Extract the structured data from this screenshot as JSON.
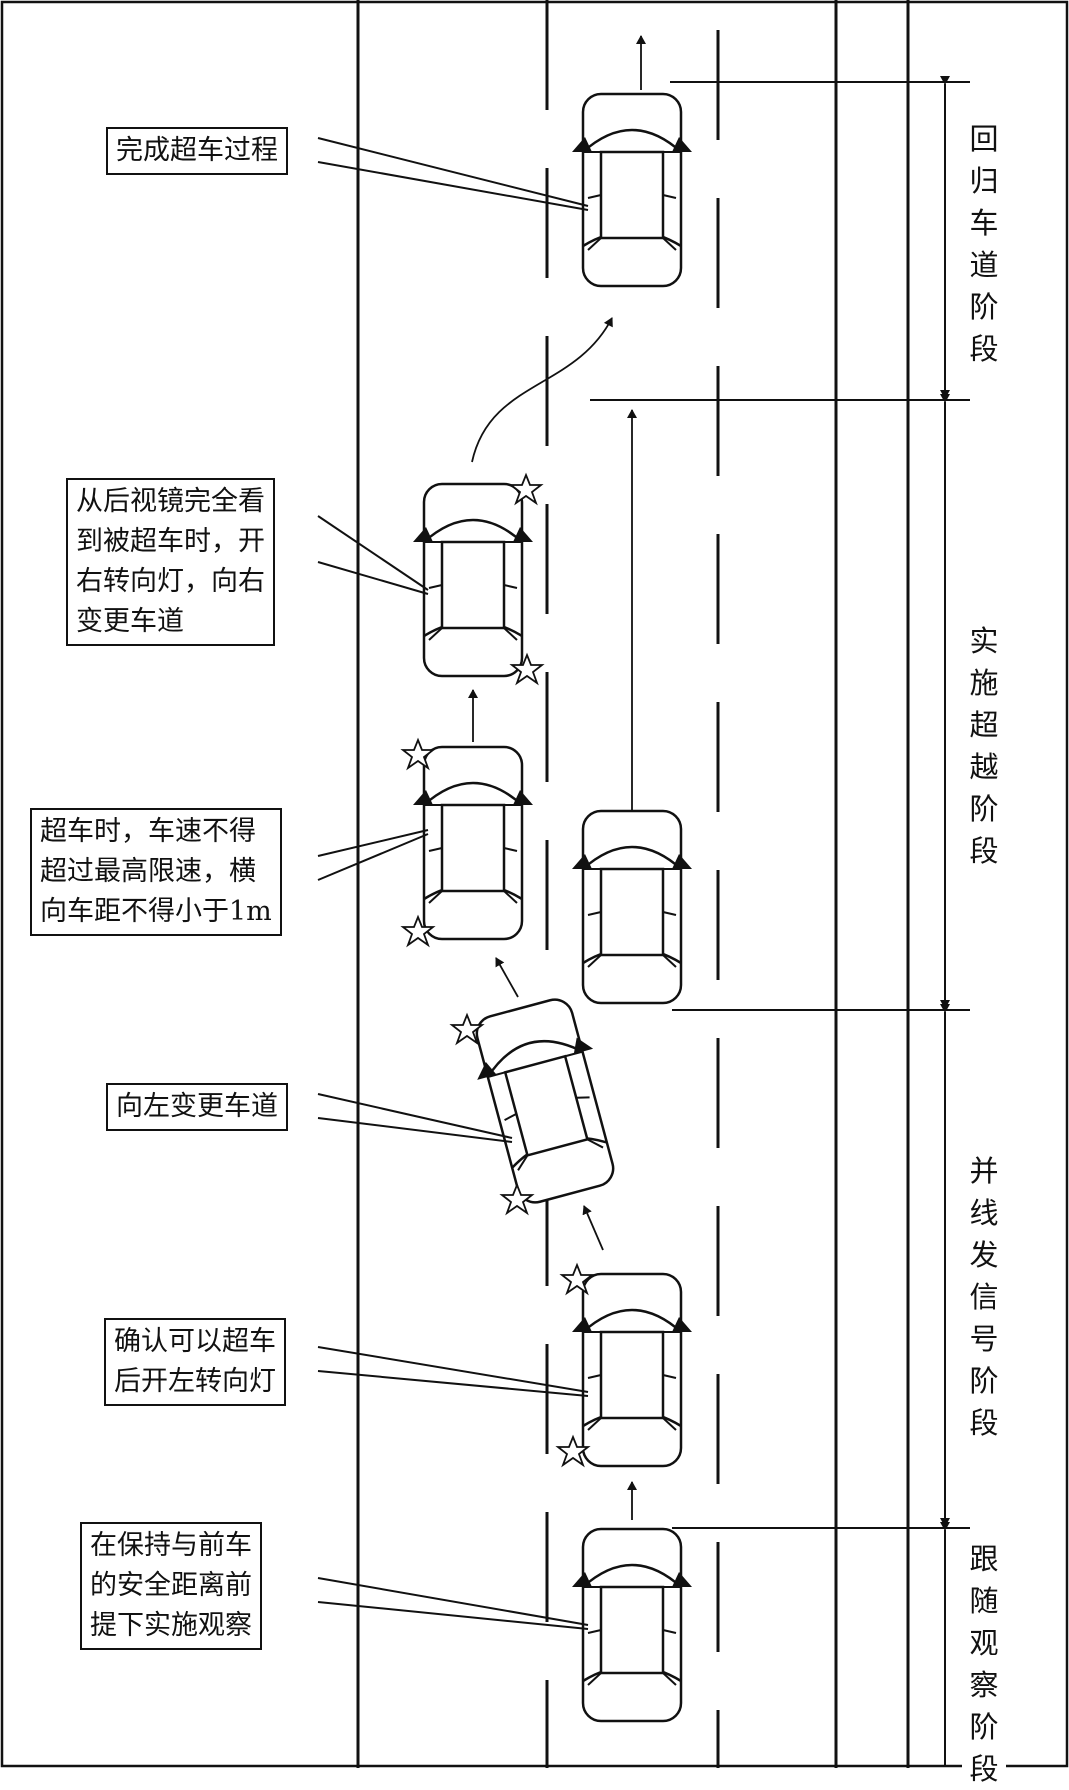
{
  "callouts": {
    "complete": "完成超车过程",
    "right_change": "从后视镜完全看\n到被超车时，开\n右转向灯，向右\n变更车道",
    "speed_limit": "超车时，车速不得\n超过最高限速，横\n向车距不得小于1m",
    "left_change": "向左变更车道",
    "confirm": "确认可以超车\n后开左转向灯",
    "observe": "在保持与前车\n的安全距离前\n提下实施观察"
  },
  "stages": [
    {
      "id": "return",
      "chars": [
        "回",
        "归",
        "车",
        "道",
        "阶",
        "段"
      ]
    },
    {
      "id": "execute",
      "chars": [
        "实",
        "施",
        "超",
        "越",
        "阶",
        "段"
      ]
    },
    {
      "id": "signal",
      "chars": [
        "并",
        "线",
        "发",
        "信",
        "号",
        "阶",
        "段"
      ]
    },
    {
      "id": "follow",
      "chars": [
        "跟",
        "随",
        "观",
        "察",
        "阶",
        "段"
      ]
    }
  ],
  "colors": {
    "line": "#111111",
    "background": "#ffffff"
  }
}
